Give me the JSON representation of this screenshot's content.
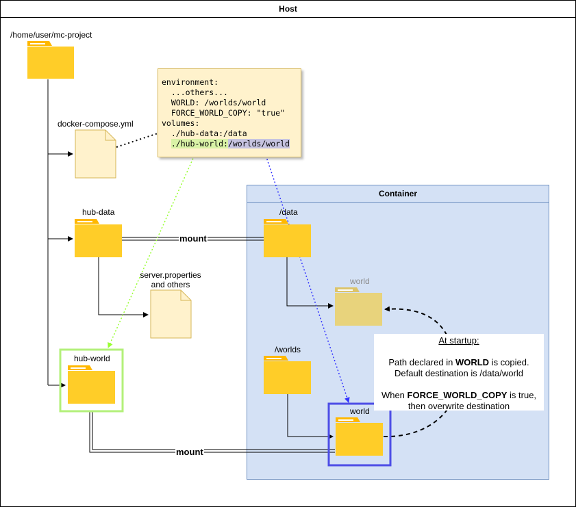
{
  "host": {
    "title": "Host"
  },
  "container": {
    "title": "Container"
  },
  "labels": {
    "project": "/home/user/mc-project",
    "compose": "docker-compose.yml",
    "hub_data": "hub-data",
    "server_props_1": "server.properties",
    "server_props_2": "and others",
    "hub_world": "hub-world",
    "data": "/data",
    "world_faded": "world",
    "worlds": "/worlds",
    "world": "world",
    "mount": "mount"
  },
  "compose_code": {
    "l1": "environment:",
    "l2": "  ...others...",
    "l3": "  WORLD: /worlds/world",
    "l4": "  FORCE_WORLD_COPY: \"true\"",
    "l5": "volumes:",
    "l6": "  ./hub-data:/data",
    "l7_indent": "  ",
    "l7_host": "./hub-world:",
    "l7_container": "/worlds/world"
  },
  "note": {
    "heading": "At startup:",
    "line1_pre": "Path declared in ",
    "line1_bold": "WORLD",
    "line1_post": " is copied.",
    "line2": "Default destination is /data/world",
    "line3_pre": "When ",
    "line3_bold": "FORCE_WORLD_COPY",
    "line3_post": " is true,",
    "line4": "then overwrite destination"
  },
  "icons": {
    "folder": "folder-icon",
    "file": "document-icon"
  },
  "colors": {
    "folder_body": "#ffcd28",
    "folder_tab": "#ffb800",
    "folder_faded": "#e8d37c",
    "file_fill": "#fff2cc",
    "file_stroke": "#d6b656",
    "container_fill": "#d4e1f5",
    "container_stroke": "#6c8ebf",
    "green_highlight": "#99ff33",
    "blue_highlight": "#3333ff",
    "green_box": "#b3f07a",
    "blue_box": "#4d4de6"
  }
}
